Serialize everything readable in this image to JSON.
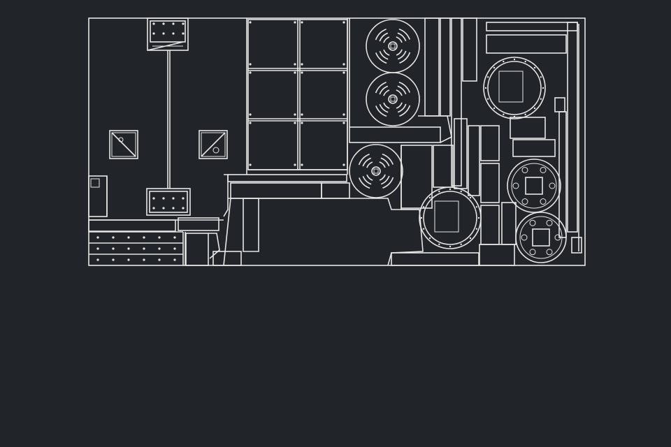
{
  "theme": {
    "background": "#212529",
    "line_color": "#e6e6e6"
  },
  "drawing": {
    "kind": "mechanical-layout-outline",
    "labels_visible": false,
    "disc_assemblies": 6,
    "ring_assemblies": 2,
    "flange_assemblies": 2
  }
}
